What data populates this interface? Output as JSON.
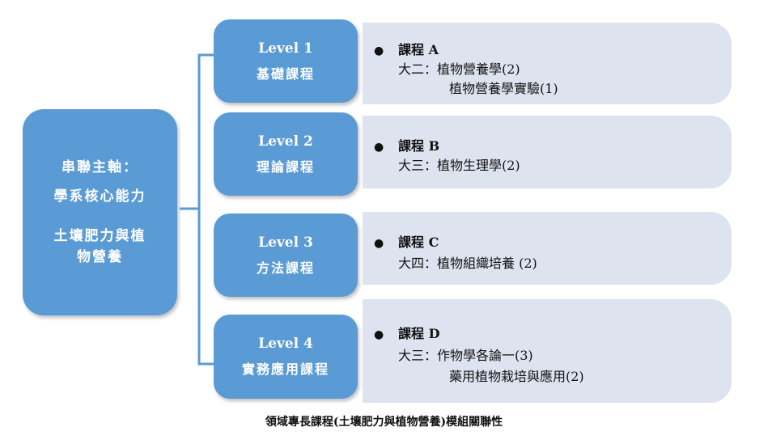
{
  "axis": {
    "line1": "串聯主軸：",
    "line2": "學系核心能力",
    "line3": "土壤肥力與植物營養"
  },
  "levels": [
    {
      "level": "Level 1",
      "category": "基礎課程",
      "course": "課程 A",
      "lines": [
        "大二：植物營養學(2)",
        "植物營養學實驗(1)"
      ]
    },
    {
      "level": "Level 2",
      "category": "理論課程",
      "course": "課程 B",
      "lines": [
        "大三：植物生理學(2)"
      ]
    },
    {
      "level": "Level 3",
      "category": "方法課程",
      "course": "課程 C",
      "lines": [
        "大四：植物組織培養 (2)"
      ]
    },
    {
      "level": "Level 4",
      "category": "實務應用課程",
      "course": "課程 D",
      "lines": [
        "大三：作物學各論一(3)",
        "藥用植物栽培與應用(2)"
      ]
    }
  ],
  "caption": "領域專長課程(土壤肥力與植物營養)模組關聯性",
  "colors": {
    "box_blue": "#5b9bd5",
    "course_bg": "#dde3ef",
    "bracket": "#5b9bd5"
  }
}
